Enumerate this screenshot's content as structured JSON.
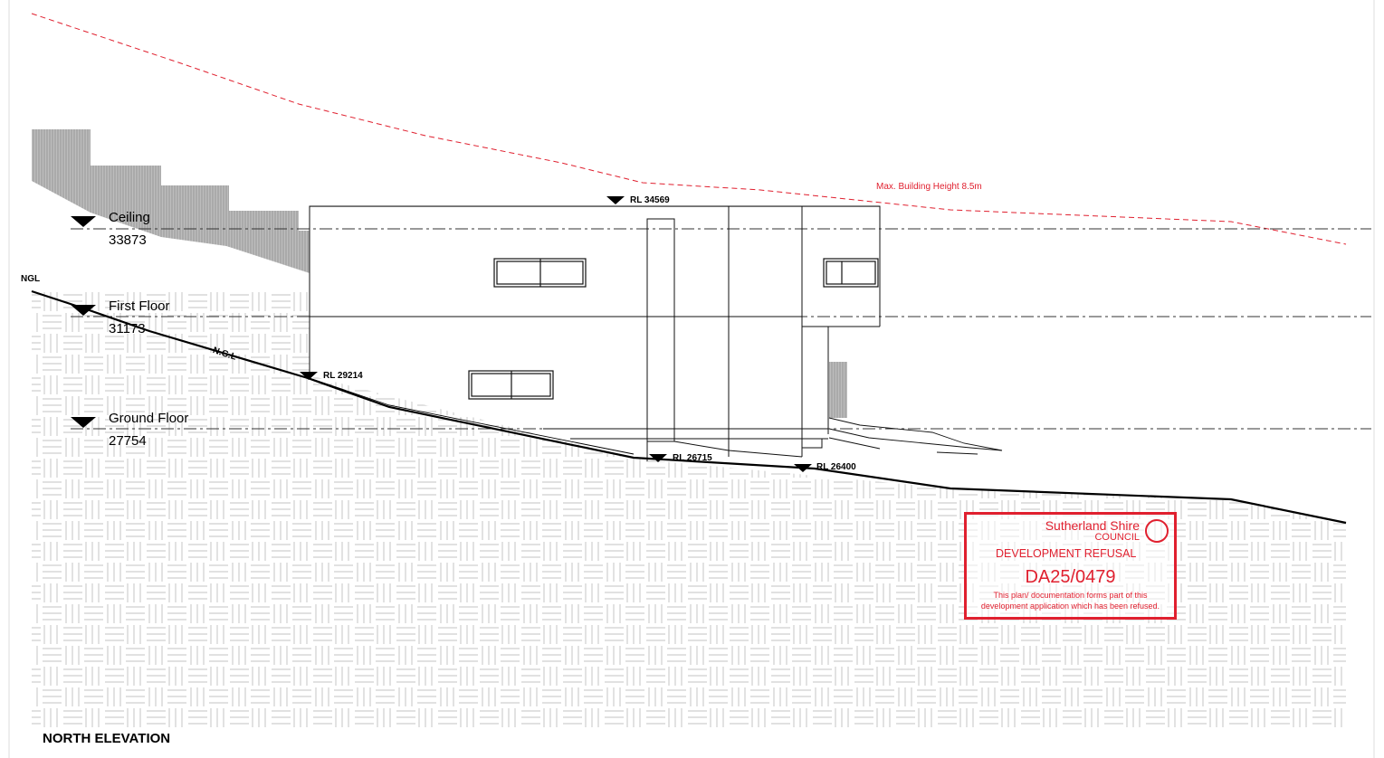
{
  "drawing": {
    "title": "NORTH ELEVATION",
    "ngl_label": "NGL",
    "ngl_line_label": "N.G.L",
    "max_height_label": "Max. Building Height 8.5m",
    "levels": [
      {
        "name": "Ceiling",
        "rl": "33873"
      },
      {
        "name": "First Floor",
        "rl": "31173"
      },
      {
        "name": "Ground Floor",
        "rl": "27754"
      }
    ],
    "spot_levels": [
      "RL 34569",
      "RL 29214",
      "RL 26715",
      "RL 26400"
    ]
  },
  "stamp": {
    "org_name": "Sutherland Shire",
    "org_sub": "COUNCIL",
    "status": "DEVELOPMENT REFUSAL",
    "reference": "DA25/0479",
    "note_line1": "This plan/ documentation forms part of this",
    "note_line2": "development application which has been refused.",
    "color": "#e0202f"
  }
}
